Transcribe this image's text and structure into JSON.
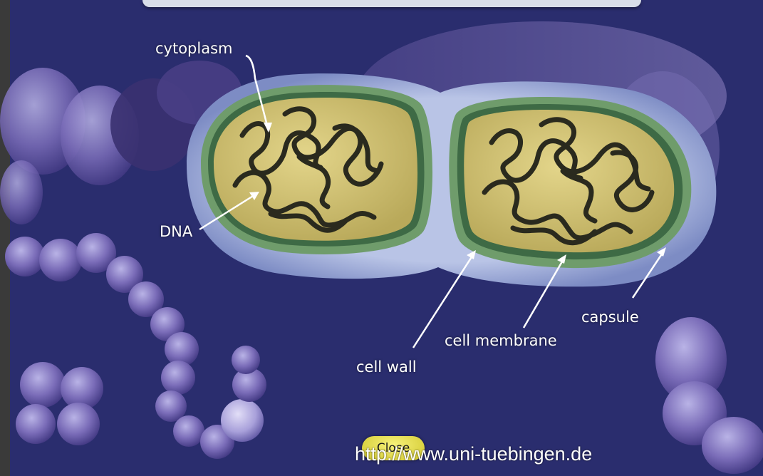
{
  "labels": {
    "cytoplasm": "cytoplasm",
    "dna": "DNA",
    "cell_wall": "cell wall",
    "cell_membrane": "cell membrane",
    "capsule": "capsule"
  },
  "close_label": "Close",
  "watermark": "http://www.uni-tuebingen.de",
  "colors": {
    "background": "#2a2d6e",
    "capsule": "#aab6dc",
    "cell_wall": "#6f9c6b",
    "cytoplasm": "#d3c478",
    "dna": "#2a2a1e",
    "close_button": "#e8e24a"
  }
}
